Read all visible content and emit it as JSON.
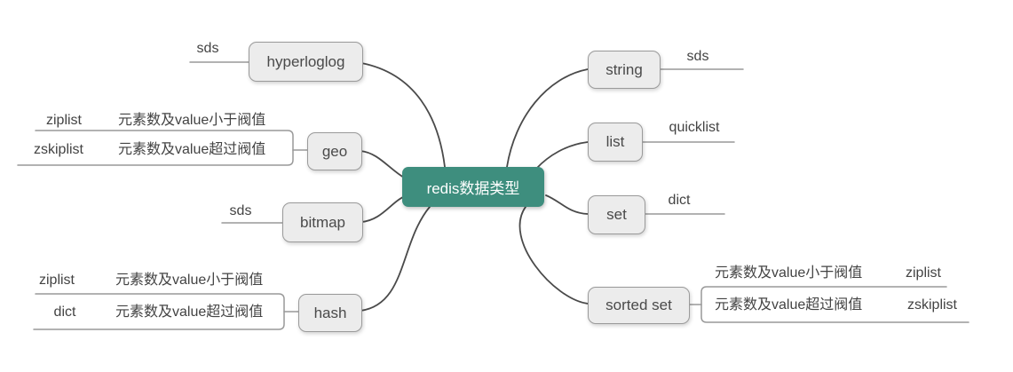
{
  "diagram": {
    "root": {
      "label": "redis数据类型"
    },
    "left": [
      {
        "label": "hyperloglog",
        "children": [
          {
            "label": "sds"
          }
        ]
      },
      {
        "label": "geo",
        "children": [
          {
            "label": "元素数及value小于阀值",
            "children": [
              {
                "label": "ziplist"
              }
            ]
          },
          {
            "label": "元素数及value超过阀值",
            "children": [
              {
                "label": "zskiplist"
              }
            ]
          }
        ]
      },
      {
        "label": "bitmap",
        "children": [
          {
            "label": "sds"
          }
        ]
      },
      {
        "label": "hash",
        "children": [
          {
            "label": "元素数及value小于阀值",
            "children": [
              {
                "label": "ziplist"
              }
            ]
          },
          {
            "label": "元素数及value超过阀值",
            "children": [
              {
                "label": "dict"
              }
            ]
          }
        ]
      }
    ],
    "right": [
      {
        "label": "string",
        "children": [
          {
            "label": "sds"
          }
        ]
      },
      {
        "label": "list",
        "children": [
          {
            "label": "quicklist"
          }
        ]
      },
      {
        "label": "set",
        "children": [
          {
            "label": "dict"
          }
        ]
      },
      {
        "label": "sorted set",
        "children": [
          {
            "label": "元素数及value小于阀值",
            "children": [
              {
                "label": "ziplist"
              }
            ]
          },
          {
            "label": "元素数及value超过阀值",
            "children": [
              {
                "label": "zskiplist"
              }
            ]
          }
        ]
      }
    ]
  },
  "theme": {
    "root_bg": "#3E8E7E",
    "root_text": "#FFFFFF",
    "node_bg": "#ECECEC",
    "node_border": "#9A9A9A",
    "node_text": "#4A4A4A",
    "label_text": "#434343",
    "line_color": "#999999",
    "branch_color": "#4A4A4A",
    "canvas_bg": "#FFFFFF"
  }
}
